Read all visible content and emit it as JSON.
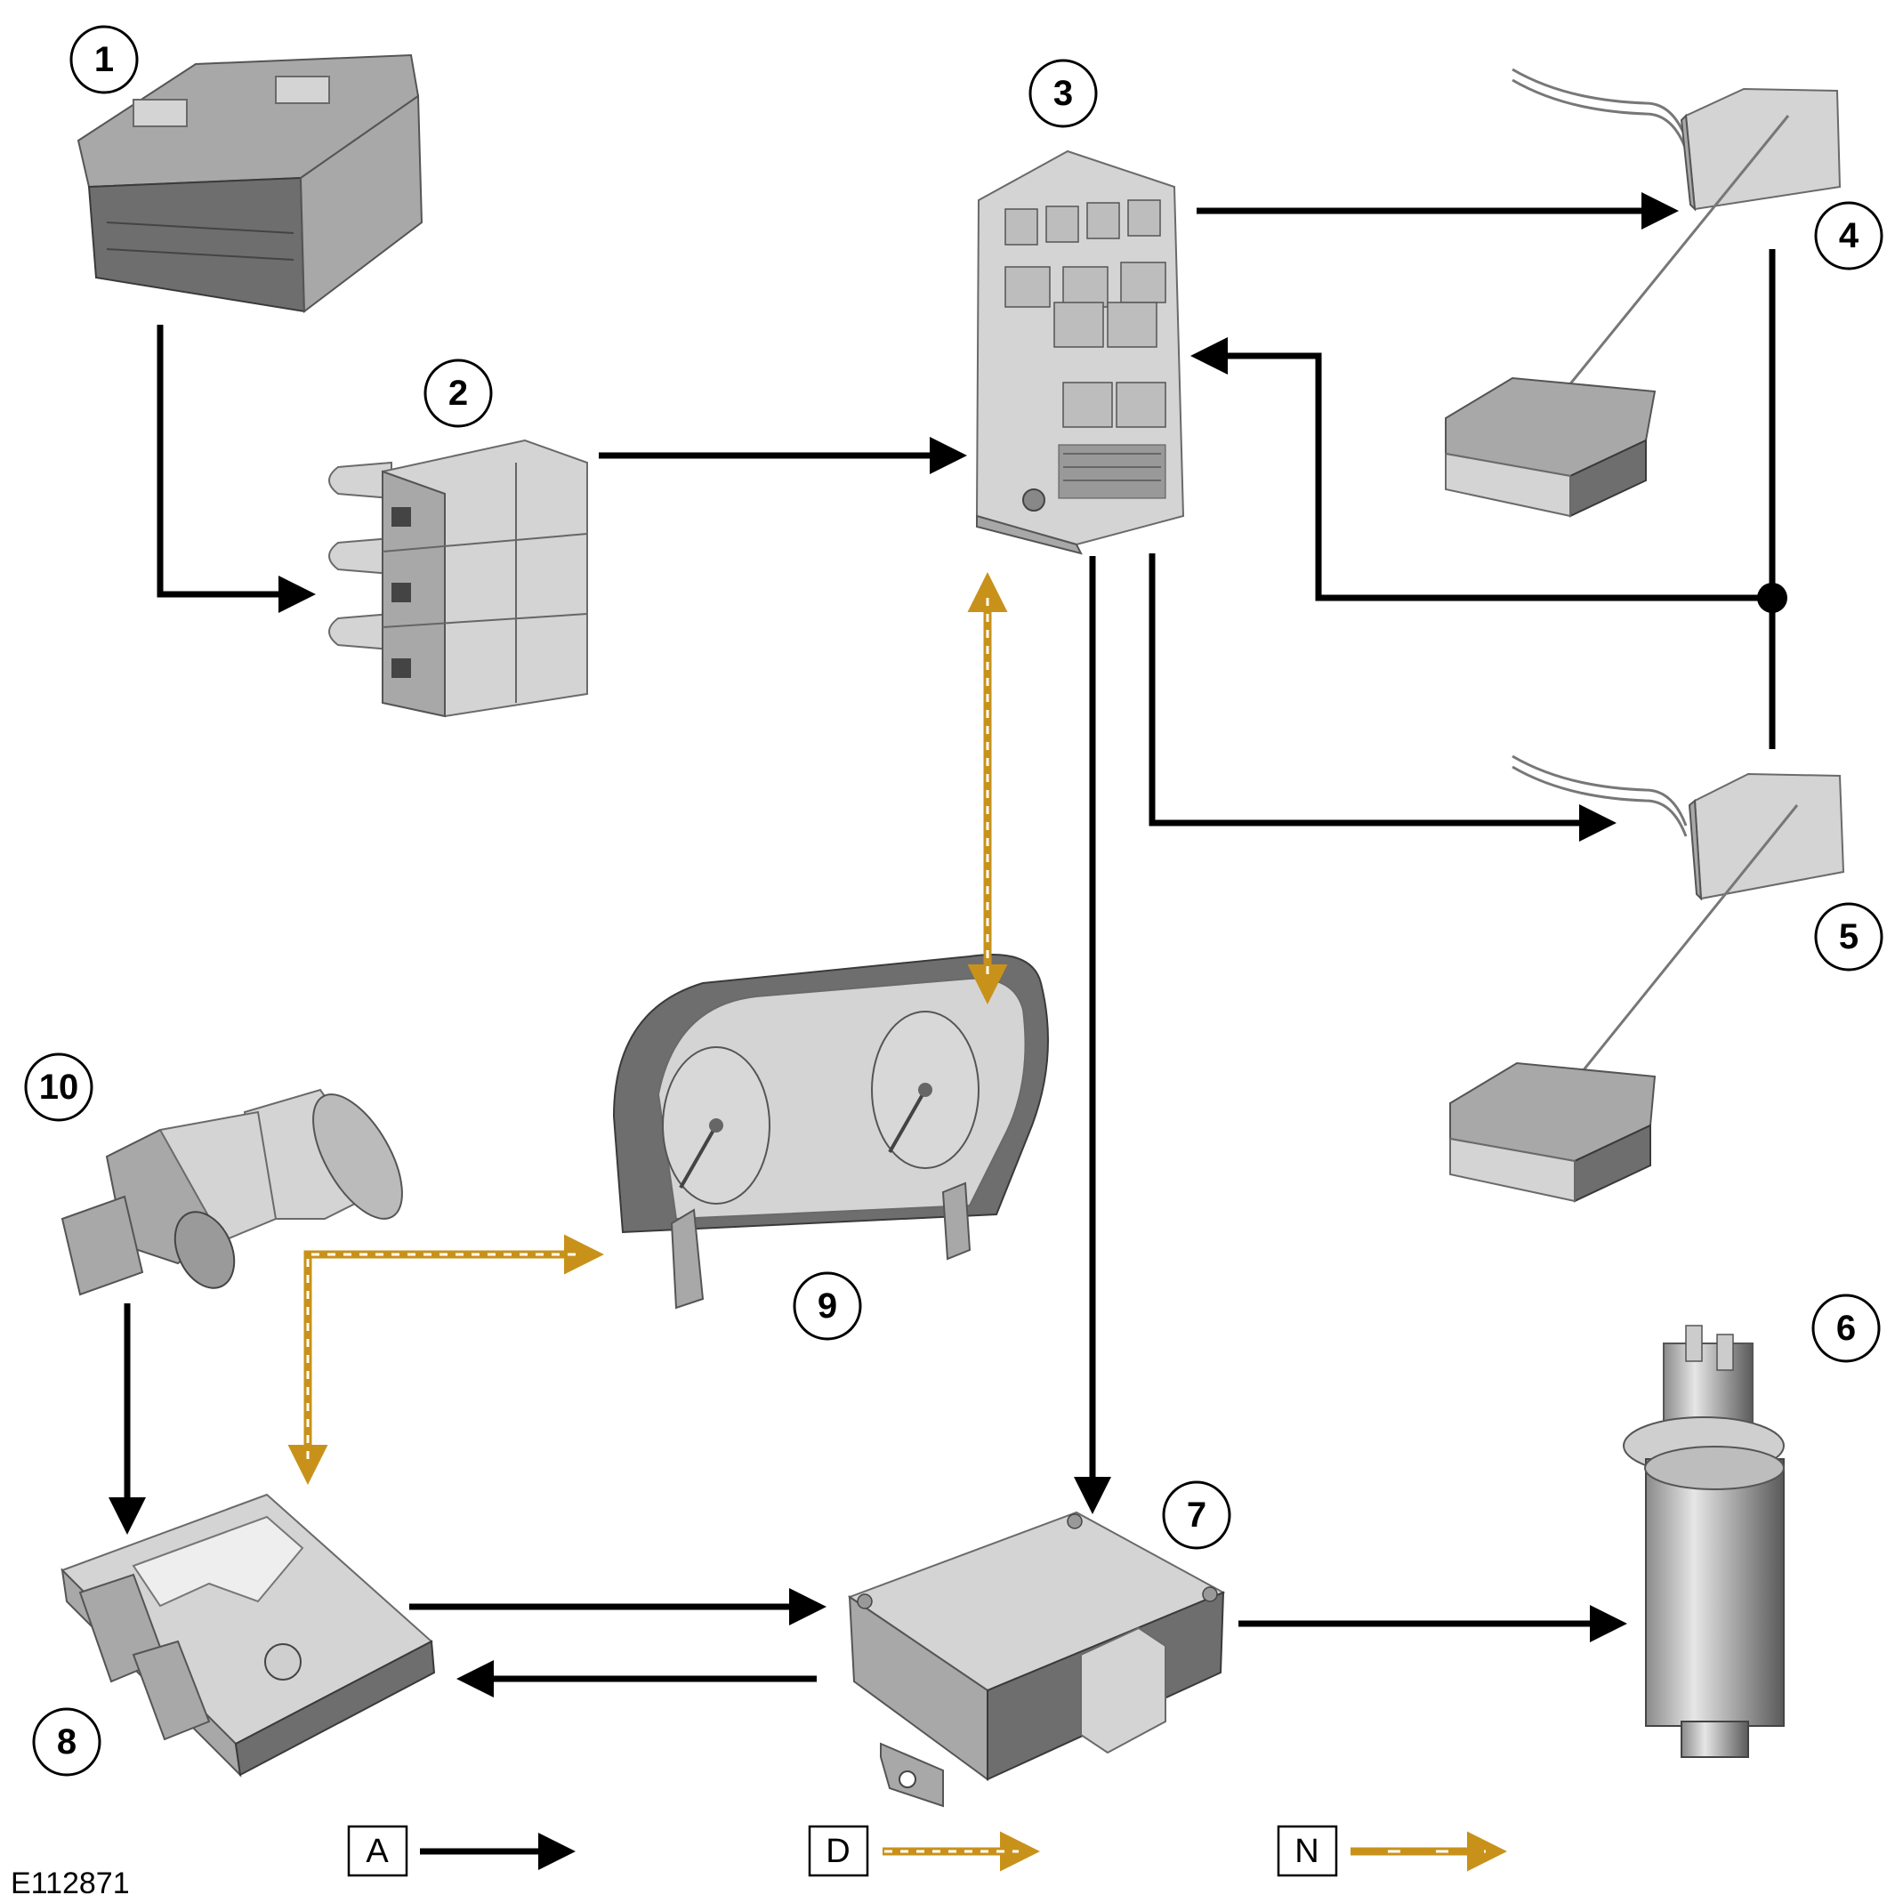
{
  "diagram": {
    "reference_id": "E112871",
    "callouts": [
      "1",
      "2",
      "3",
      "4",
      "5",
      "6",
      "7",
      "8",
      "9",
      "10"
    ],
    "legend": [
      {
        "key": "A",
        "style": "solid-black"
      },
      {
        "key": "D",
        "style": "dashed-gold"
      },
      {
        "key": "N",
        "style": "gold"
      }
    ],
    "colors": {
      "hardwired": "#000000",
      "network": "#c8921a",
      "dash": "#ffffff"
    },
    "connections": [
      {
        "from": "1",
        "to": "2",
        "type": "A"
      },
      {
        "from": "2",
        "to": "3",
        "type": "A"
      },
      {
        "from": "3",
        "to": "4",
        "type": "A"
      },
      {
        "from": "3",
        "to": "5",
        "type": "A"
      },
      {
        "from": "4",
        "to": "3",
        "type": "A"
      },
      {
        "from": "5",
        "to": "3",
        "type": "A"
      },
      {
        "from": "3",
        "to": "7",
        "type": "A"
      },
      {
        "from": "3",
        "to": "9",
        "type": "D",
        "bidirectional": true
      },
      {
        "from": "8",
        "to": "9",
        "type": "D",
        "bidirectional": true
      },
      {
        "from": "10",
        "to": "8",
        "type": "A"
      },
      {
        "from": "8",
        "to": "7",
        "type": "A"
      },
      {
        "from": "7",
        "to": "8",
        "type": "A"
      },
      {
        "from": "7",
        "to": "6",
        "type": "A"
      }
    ]
  }
}
